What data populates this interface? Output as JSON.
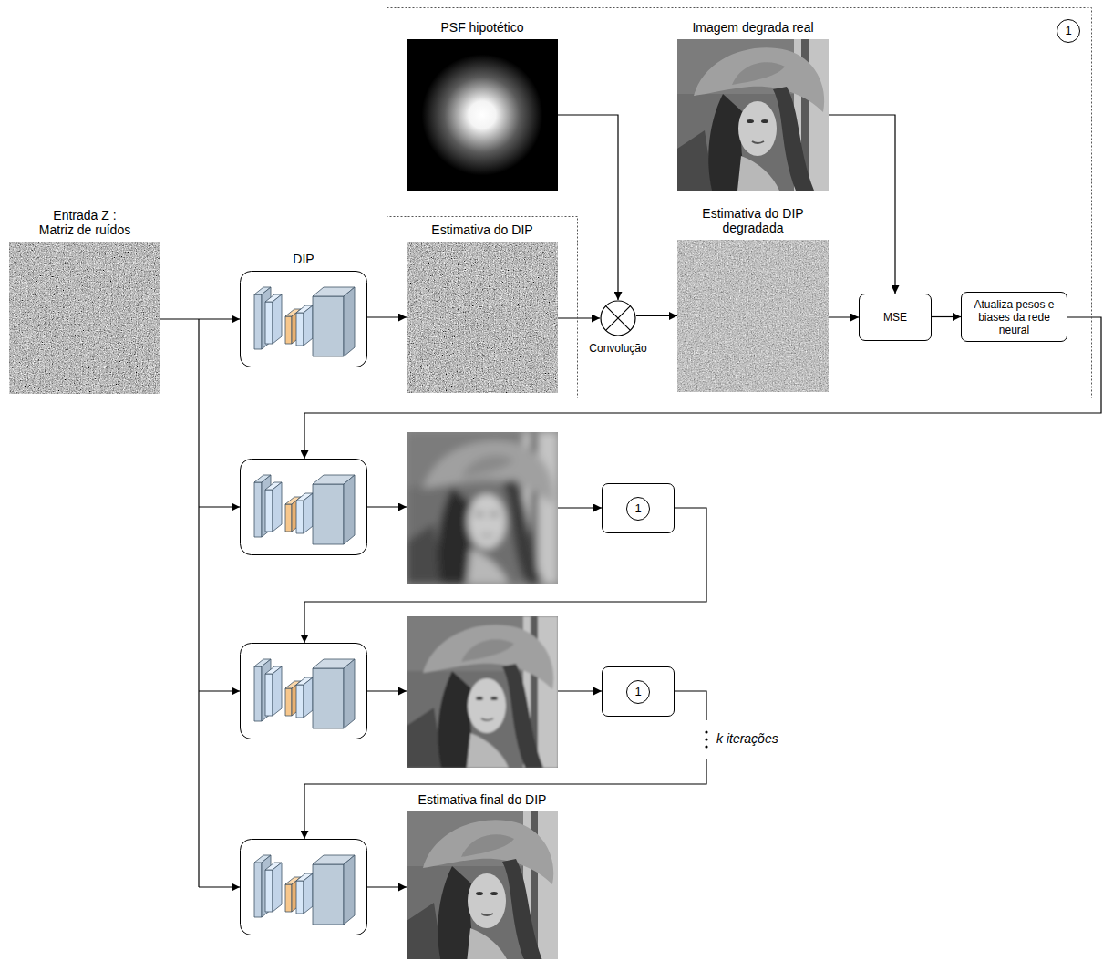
{
  "diagram": {
    "nodes": [
      {
        "text": [
          "1"
        ]
      },
      {
        "text": [
          "Entrada Z : Matriz de ruídos"
        ]
      },
      {
        "text": [
          "DIP"
        ]
      },
      {
        "text": [
          "Estimativa do DIP"
        ]
      },
      {
        "text": [
          "PSF hipotético"
        ],
        "in": 0
      },
      {
        "text": [
          "Imagem degrada real"
        ],
        "in": 0
      },
      {
        "text": [
          "Convolução"
        ],
        "in": 0
      },
      {
        "text": [
          "Estimativa do DIP degradada"
        ],
        "in": 0
      },
      {
        "text": [
          "MSE"
        ],
        "in": 0
      },
      {
        "text": [
          "Atualiza pesos e biases da rede neural"
        ],
        "in": 0
      },
      {
        "text": [
          "1"
        ]
      },
      {
        "text": [
          "1"
        ]
      },
      {
        "text": [
          "Estimativa final do DIP"
        ]
      }
    ],
    "edges": [
      {
        "from": 1,
        "to": 2,
        "arrow": "to"
      },
      {
        "from": 2,
        "to": 3,
        "arrow": "to"
      },
      {
        "from": 3,
        "to": 6,
        "arrow": "to"
      },
      {
        "from": 4,
        "to": 6,
        "arrow": "to"
      },
      {
        "from": 6,
        "to": 7,
        "arrow": "to"
      },
      {
        "from": 7,
        "to": 8,
        "arrow": "to"
      },
      {
        "from": 5,
        "to": 8,
        "arrow": "to"
      },
      {
        "from": 8,
        "to": 9,
        "arrow": "to"
      }
    ],
    "labels": [
      "k iterações"
    ]
  }
}
